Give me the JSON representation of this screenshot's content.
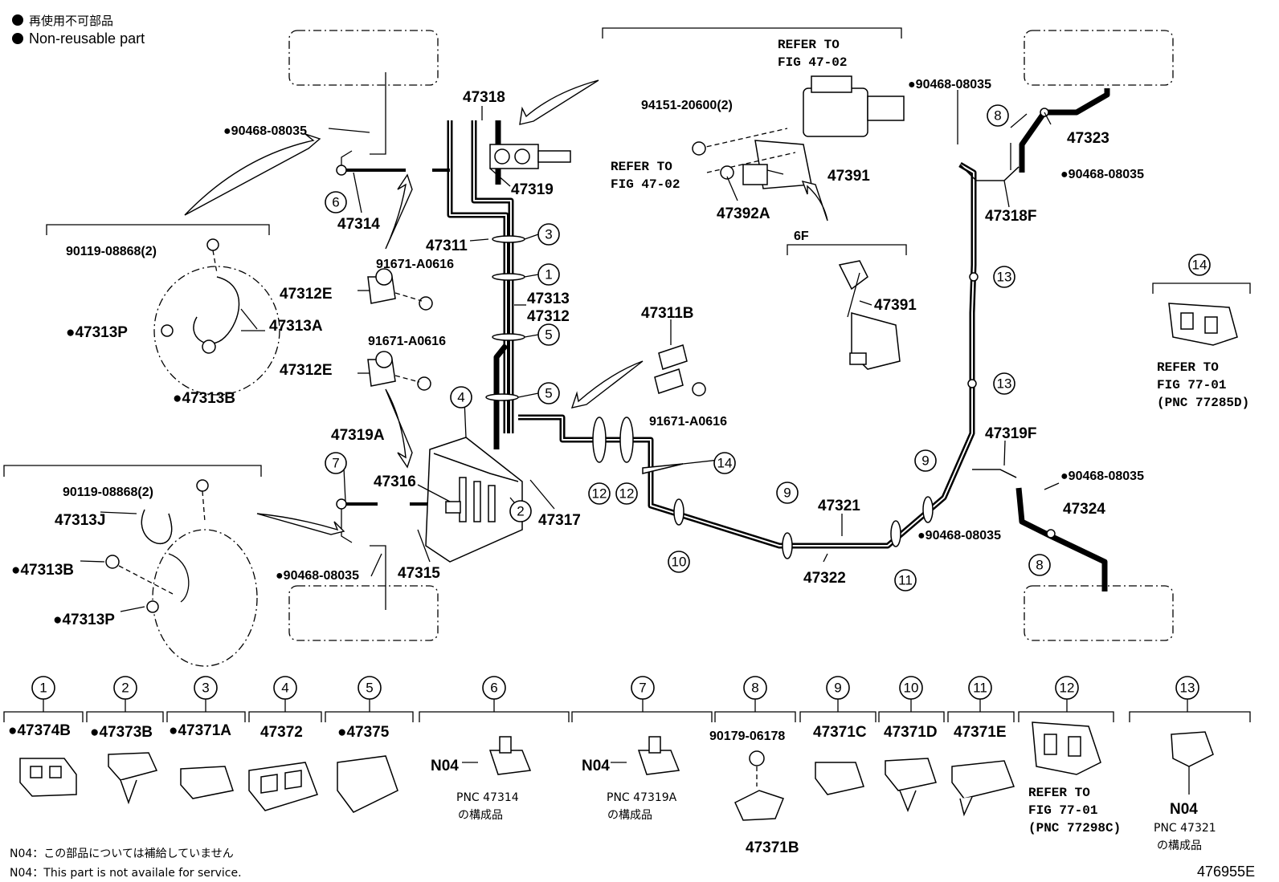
{
  "legend": {
    "jp": "再使用不可部品",
    "en": "Non-reusable part"
  },
  "callouts": [
    {
      "id": "c1",
      "text": "47318"
    },
    {
      "id": "c2",
      "text": "47319"
    },
    {
      "id": "c3",
      "text": "●90468-08035"
    },
    {
      "id": "c4",
      "text": "47314"
    },
    {
      "id": "c5",
      "text": "47311"
    },
    {
      "id": "c6",
      "text": "91671-A0616"
    },
    {
      "id": "c7",
      "text": "47312E"
    },
    {
      "id": "c8",
      "text": "47313"
    },
    {
      "id": "c9",
      "text": "47312"
    },
    {
      "id": "c10",
      "text": "91671-A0616"
    },
    {
      "id": "c11",
      "text": "47312E"
    },
    {
      "id": "c12",
      "text": "90119-08868(2)"
    },
    {
      "id": "c13",
      "text": "●47313P"
    },
    {
      "id": "c14",
      "text": "47313A"
    },
    {
      "id": "c15",
      "text": "●47313B"
    },
    {
      "id": "c16",
      "text": "47319A"
    },
    {
      "id": "c17",
      "text": "47316"
    },
    {
      "id": "c18",
      "text": "47317"
    },
    {
      "id": "c19",
      "text": "47315"
    },
    {
      "id": "c20",
      "text": "●90468-08035"
    },
    {
      "id": "c21",
      "text": "90119-08868(2)"
    },
    {
      "id": "c22",
      "text": "47313J"
    },
    {
      "id": "c23",
      "text": "●47313B"
    },
    {
      "id": "c24",
      "text": "●47313P"
    },
    {
      "id": "c25",
      "text": "REFER TO"
    },
    {
      "id": "c26",
      "text": "FIG 47-02"
    },
    {
      "id": "c27",
      "text": "94151-20600(2)"
    },
    {
      "id": "c28",
      "text": "REFER TO"
    },
    {
      "id": "c29",
      "text": "FIG 47-02"
    },
    {
      "id": "c30",
      "text": "47391"
    },
    {
      "id": "c31",
      "text": "47392A"
    },
    {
      "id": "c32",
      "text": "6F"
    },
    {
      "id": "c33",
      "text": "47391"
    },
    {
      "id": "c34",
      "text": "47311B"
    },
    {
      "id": "c35",
      "text": "91671-A0616"
    },
    {
      "id": "c36",
      "text": "47321"
    },
    {
      "id": "c37",
      "text": "47322"
    },
    {
      "id": "c38",
      "text": "●90468-08035"
    },
    {
      "id": "c39",
      "text": "47323"
    },
    {
      "id": "c40",
      "text": "●90468-08035"
    },
    {
      "id": "c41",
      "text": "47318F"
    },
    {
      "id": "c42",
      "text": "47319F"
    },
    {
      "id": "c43",
      "text": "●90468-08035"
    },
    {
      "id": "c44",
      "text": "47324"
    },
    {
      "id": "c45",
      "text": "●90468-08035"
    },
    {
      "id": "c46",
      "text": "REFER TO"
    },
    {
      "id": "c47",
      "text": "FIG 77-01"
    },
    {
      "id": "c48",
      "text": "(PNC 77285D)"
    }
  ],
  "clips": [
    {
      "num": "1",
      "label": "●47374B"
    },
    {
      "num": "2",
      "label": "●47373B"
    },
    {
      "num": "3",
      "label": "●47371A"
    },
    {
      "num": "4",
      "label": "47372"
    },
    {
      "num": "5",
      "label": "●47375"
    },
    {
      "num": "6",
      "label": "N04",
      "sub1": "PNC 47314",
      "sub2": "の構成品"
    },
    {
      "num": "7",
      "label": "N04",
      "sub1": "PNC 47319A",
      "sub2": "の構成品"
    },
    {
      "num": "8",
      "label": "90179-06178",
      "sub1": "47371B"
    },
    {
      "num": "9",
      "label": "47371C"
    },
    {
      "num": "10",
      "label": "47371D"
    },
    {
      "num": "11",
      "label": "47371E"
    },
    {
      "num": "12",
      "label": "REFER TO",
      "sub1": "FIG 77-01",
      "sub2": "(PNC 77298C)"
    },
    {
      "num": "13",
      "label": "N04",
      "sub1": "PNC 47321",
      "sub2": "の構成品"
    }
  ],
  "diagram_markers": [
    "1",
    "2",
    "3",
    "4",
    "5",
    "5",
    "6",
    "7",
    "8",
    "8",
    "9",
    "9",
    "10",
    "11",
    "12",
    "12",
    "13",
    "13",
    "14",
    "14"
  ],
  "footnote": {
    "jp": "N04：この部品については補給していません",
    "en": "N04：This part is not availale for service."
  },
  "figure_id": "476955E"
}
